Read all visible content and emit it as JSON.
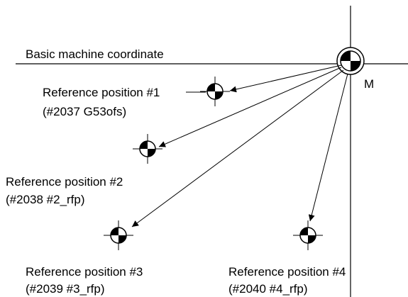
{
  "diagram": {
    "axis_label": "Basic machine coordinate",
    "origin_label": "M",
    "references": [
      {
        "line1": "Reference position #1",
        "line2": "(#2037 G53ofs)"
      },
      {
        "line1": "Reference position #2",
        "line2": "(#2038 #2_rfp)"
      },
      {
        "line1": "Reference position #3",
        "line2": "(#2039 #3_rfp)"
      },
      {
        "line1": "Reference position #4",
        "line2": "(#2040 #4_rfp)"
      }
    ]
  }
}
